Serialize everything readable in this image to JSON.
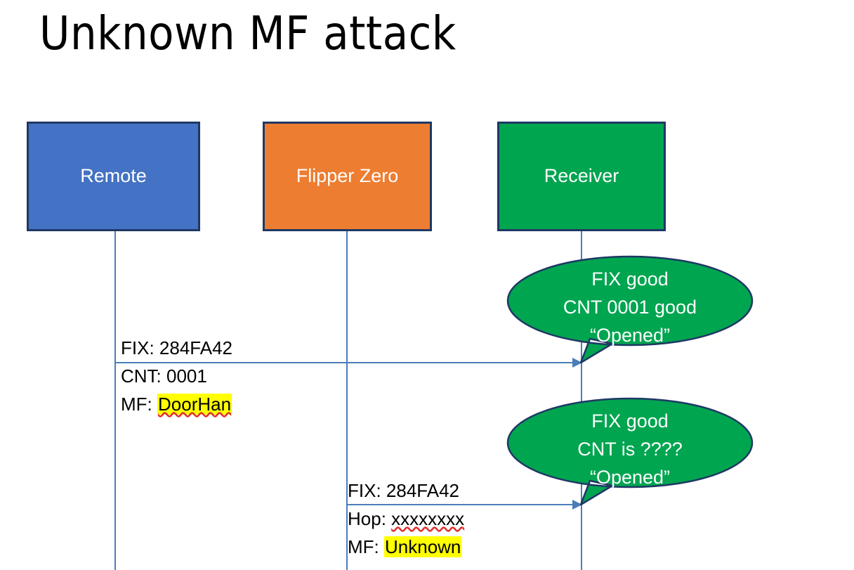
{
  "slide": {
    "title": "Unknown MF attack",
    "background": "#FFFFFF"
  },
  "colors": {
    "remote_fill": "#4472C4",
    "flipper_fill": "#ED7D31",
    "receiver_fill": "#00A550",
    "box_border": "#1F3864",
    "lifeline": "#4A7EBB",
    "highlight": "#FFFF00",
    "spellcheck_underline": "#E03030",
    "callout_text": "#FFFFFF"
  },
  "actors": [
    {
      "id": "remote",
      "label": "Remote"
    },
    {
      "id": "flipper",
      "label": "Flipper Zero"
    },
    {
      "id": "receiver",
      "label": "Receiver"
    }
  ],
  "messages": [
    {
      "id": "remote-to-receiver",
      "from": "remote",
      "to": "receiver",
      "lines": [
        {
          "prefix": "FIX: ",
          "value": "284FA42",
          "highlight": false,
          "spellcheck": false
        },
        {
          "prefix": "CNT: ",
          "value": "0001",
          "highlight": false,
          "spellcheck": false
        },
        {
          "prefix": "MF: ",
          "value": "DoorHan",
          "highlight": true,
          "spellcheck": true
        }
      ]
    },
    {
      "id": "flipper-to-receiver",
      "from": "flipper",
      "to": "receiver",
      "lines": [
        {
          "prefix": "FIX: ",
          "value": "284FA42",
          "highlight": false,
          "spellcheck": false
        },
        {
          "prefix": "Hop: ",
          "value": "xxxxxxxx",
          "highlight": false,
          "spellcheck": true
        },
        {
          "prefix": "MF: ",
          "value": "Unknown",
          "highlight": true,
          "spellcheck": false
        }
      ]
    }
  ],
  "callouts": [
    {
      "id": "callout-first-frame",
      "line1": "FIX good",
      "line2": "CNT 0001 good",
      "line3": "“Opened”"
    },
    {
      "id": "callout-second-frame",
      "line1": "FIX good",
      "line2": "CNT is ????",
      "line3": "“Opened”"
    }
  ]
}
